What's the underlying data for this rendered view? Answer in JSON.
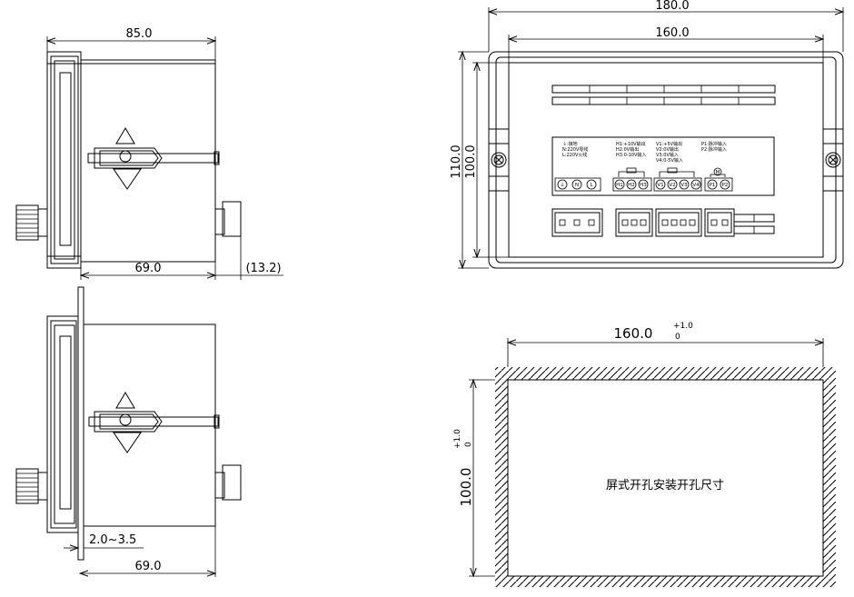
{
  "dimensions": {
    "side_top_width": "85.0",
    "side_top_depth": "69.0",
    "side_top_terminal": "(13.2)",
    "side_bottom_panel": "2.0~3.5",
    "side_bottom_depth": "69.0",
    "front_outer_width": "180.0",
    "front_inner_width": "160.0",
    "front_outer_height": "110.0",
    "front_inner_height": "100.0",
    "cutout_width": "160.0",
    "cutout_width_tol_upper": "+1.0",
    "cutout_width_tol_lower": "0",
    "cutout_height": "100.0",
    "cutout_height_tol_upper": "+1.0",
    "cutout_height_tol_lower": "0"
  },
  "cutout_label": "屏式开孔安装开孔尺寸",
  "label_panel": {
    "col1": [
      "⏚:接地",
      "N:220V零线",
      "L:220V火线"
    ],
    "col2": [
      "H1:+10V输出",
      "H2:0V输出",
      "H3:0-10V输入"
    ],
    "col3": [
      "V1:+5V输出",
      "V2:0V输出",
      "V3:0V输入",
      "V4:0-5V输入"
    ],
    "col4": [
      "P1:脉冲输入",
      "P2:脉冲输入"
    ],
    "terminals_power": [
      "⏚",
      "N",
      "L"
    ],
    "terminals_h": [
      "H1",
      "H2",
      "H3"
    ],
    "terminals_v": [
      "V1",
      "V2",
      "V3",
      "V4"
    ],
    "terminals_p": [
      "P1",
      "P2"
    ],
    "pot_symbol": "M"
  }
}
